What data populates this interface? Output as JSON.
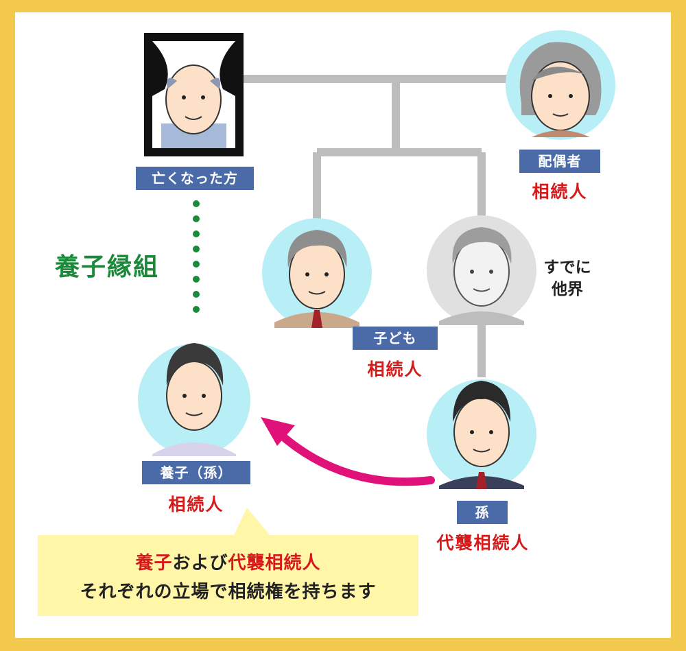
{
  "people": {
    "deceased": {
      "tag": "亡くなった方"
    },
    "spouse": {
      "tag": "配偶者",
      "role": "相続人"
    },
    "child": {
      "tag": "子ども",
      "role": "相続人"
    },
    "predeceased_child": {
      "note_line1": "すでに",
      "note_line2": "他界"
    },
    "grandchild": {
      "tag": "孫",
      "role": "代襲相続人"
    },
    "adopted": {
      "tag": "養子（孫）",
      "role": "相続人"
    }
  },
  "adoption_label": "養子縁組",
  "callout": {
    "line1_part1": "養子",
    "line1_part2": "および",
    "line1_part3": "代襲相続人",
    "line2": "それぞれの立場で相続権を持ちます"
  },
  "colors": {
    "background": "#f2c94c",
    "tag_bg": "#4a6aa8",
    "role_text": "#d41a1a",
    "adoption_green": "#1a8a3a",
    "arrow": "#e0127a",
    "callout_bg": "#fff6a8",
    "connector": "#bdbdbd",
    "circle_bg": "#b8eef5"
  },
  "icons": {
    "deceased": "portrait-frame-icon",
    "spouse": "elderly-woman-icon",
    "child": "middle-aged-man-icon",
    "predeceased_child": "middle-aged-man-grey-icon",
    "grandchild": "young-man-suit-icon",
    "adopted": "young-man-shirt-icon"
  }
}
